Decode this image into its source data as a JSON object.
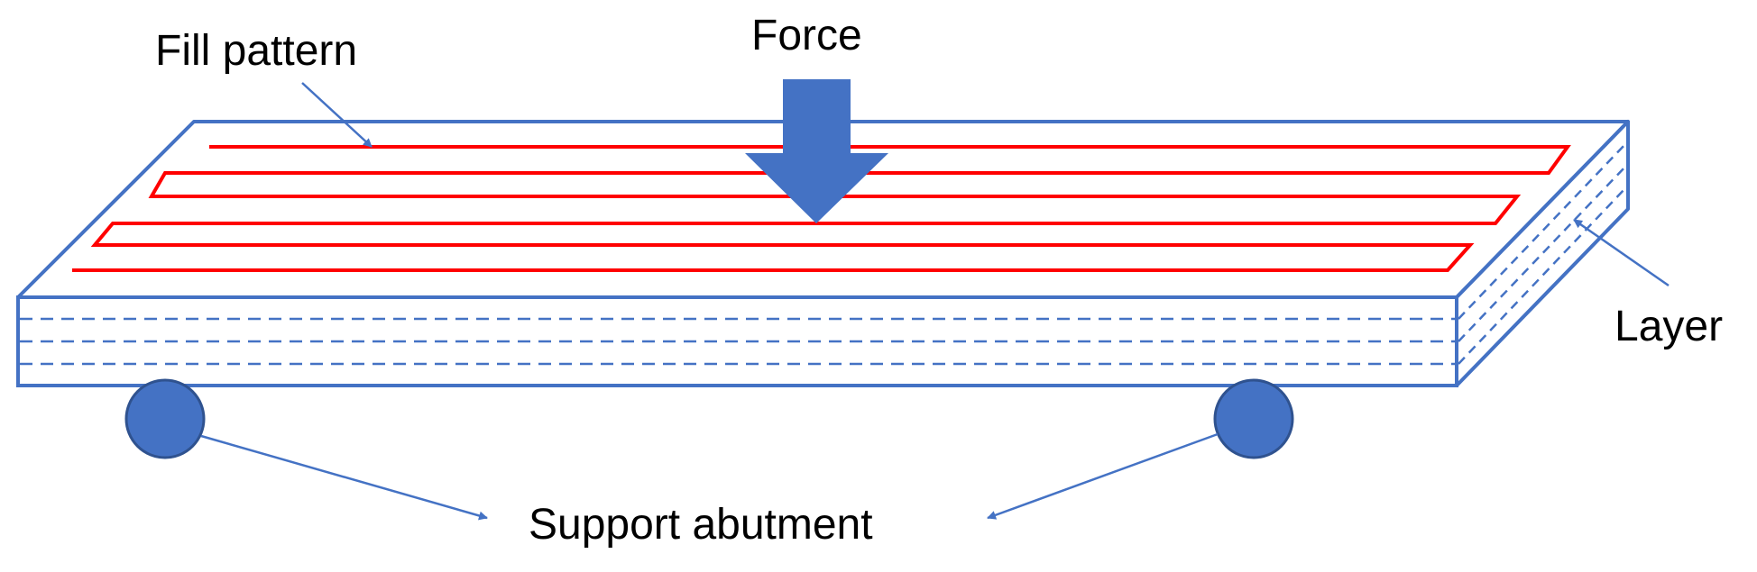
{
  "labels": {
    "fill_pattern": "Fill pattern",
    "force": "Force",
    "layer": "Layer",
    "support_abutment": "Support abutment"
  },
  "colors": {
    "outline": "#4472C4",
    "fill_pattern": "#FF0000",
    "force_arrow": "#4472C4",
    "support": "#4472C4",
    "text": "#000000"
  }
}
